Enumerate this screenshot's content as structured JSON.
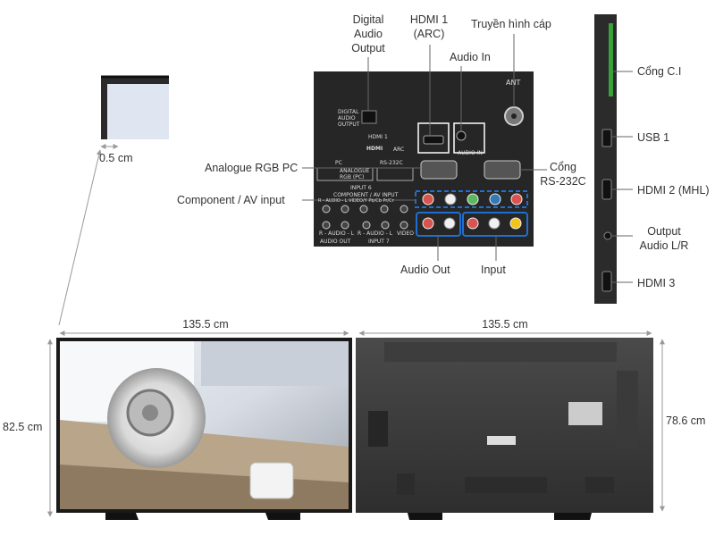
{
  "labels": {
    "digital_audio": [
      "Digital",
      "Audio",
      "Output"
    ],
    "hdmi1": [
      "HDMI 1",
      "(ARC)"
    ],
    "cable_tv": "Truyền hình cáp",
    "audio_in": "Audio In",
    "analogue_rgb": "Analogue RGB PC",
    "rs232c": [
      "Cổng",
      "RS-232C"
    ],
    "component_av": "Component / AV input",
    "audio_out": "Audio Out",
    "input": "Input",
    "ci_port": "Cổng C.I",
    "usb1": "USB 1",
    "hdmi2": "HDMI 2 (MHL)",
    "output_audio": [
      "Output",
      "Audio L/R"
    ],
    "hdmi3": "HDMI 3"
  },
  "dimensions": {
    "bezel": "0.5 cm",
    "width_front": "135.5 cm",
    "width_back": "135.5 cm",
    "height_front": "82.5 cm",
    "height_back": "78.6 cm"
  },
  "panel": {
    "digital_audio": [
      "DIGITAL",
      "AUDIO",
      "OUTPUT"
    ],
    "hdmi1": "HDMI 1",
    "hdmi_logo": "HDMI",
    "arc": "ARC",
    "audio_in": "AUDIO IN",
    "ant": "ANT",
    "pc": "PC",
    "analogue_rgb": [
      "ANALOGUE",
      "RGB (PC)"
    ],
    "rs232c": "RS-232C",
    "input6": "INPUT 6",
    "component_av": "COMPONENT / AV INPUT",
    "channels": "R - AUDIO - L   VIDEO/Y   Pb/Cb   Pr/Cr",
    "audio_l_r": "R - AUDIO - L",
    "audio_l_r2": "R - AUDIO - L",
    "video": "VIDEO",
    "audio_out": "AUDIO OUT",
    "input7": "INPUT 7"
  }
}
